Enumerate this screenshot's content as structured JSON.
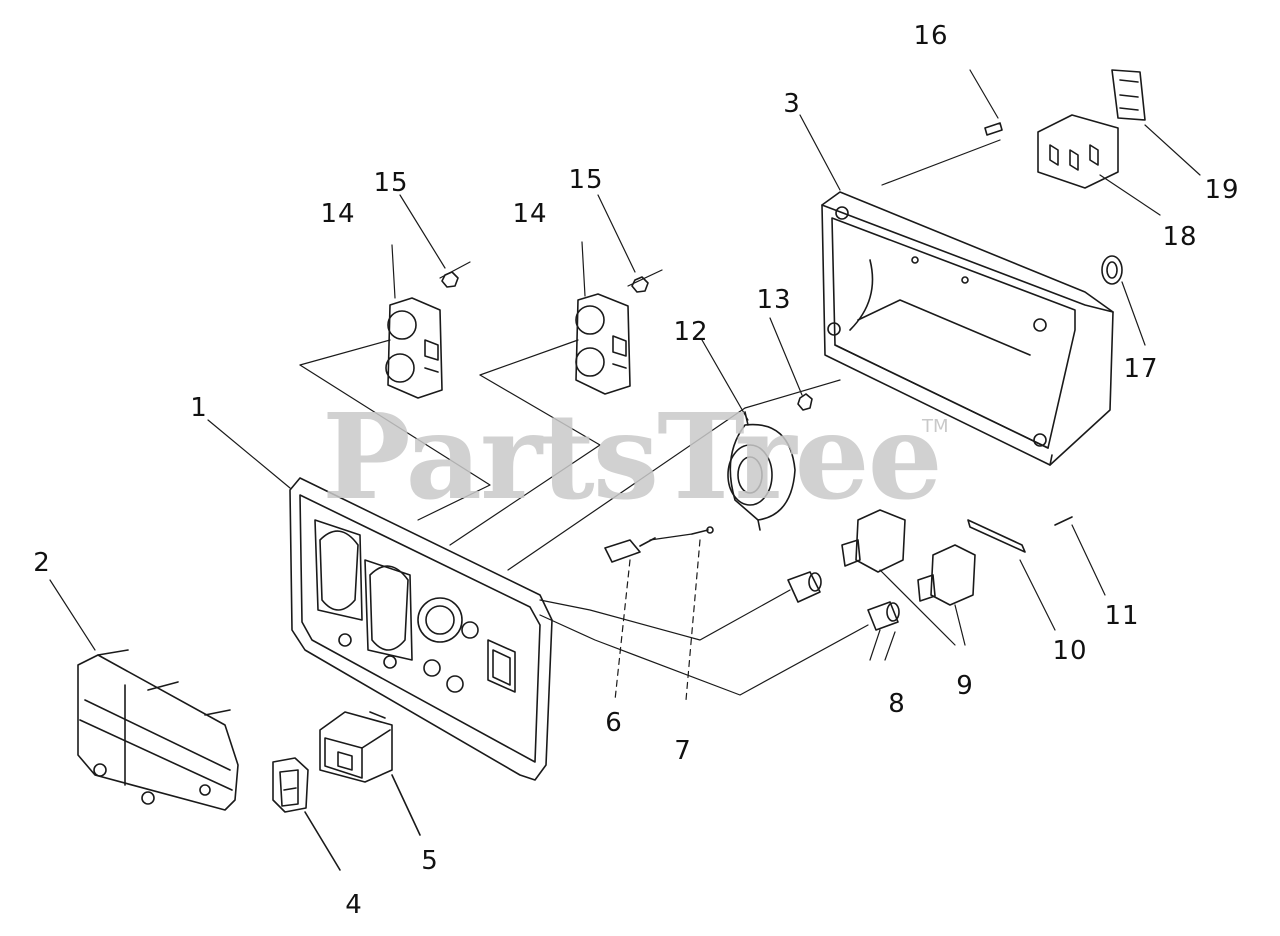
{
  "watermark": {
    "text": "PartsTree",
    "tm": "TM"
  },
  "callouts": {
    "c1": "1",
    "c2": "2",
    "c3": "3",
    "c4": "4",
    "c5": "5",
    "c6": "6",
    "c7": "7",
    "c8": "8",
    "c9": "9",
    "c10": "10",
    "c11": "11",
    "c12": "12",
    "c13": "13",
    "c14a": "14",
    "c14b": "14",
    "c15a": "15",
    "c15b": "15",
    "c16": "16",
    "c17": "17",
    "c18": "18",
    "c19": "19"
  },
  "colors": {
    "line": "#1a1a1a",
    "watermark": "#c9c9c9",
    "background": "#ffffff"
  }
}
